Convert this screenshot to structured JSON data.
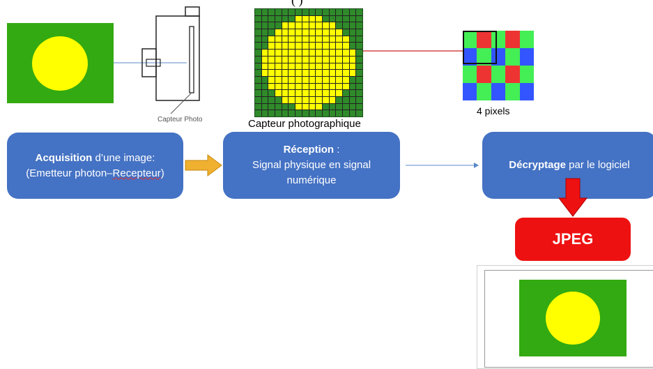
{
  "colors": {
    "box_blue": "#4472c4",
    "green": "#33aa11",
    "yellow": "#ffff00",
    "jpeg_red": "#ee1111",
    "arrow_orange": "#f0b030",
    "sensor_line": "#cc2222",
    "pixel_red": "#ee3333",
    "pixel_green": "#44ee55",
    "pixel_blue": "#3355ff"
  },
  "labels": {
    "capteur_photo": "Capteur Photo",
    "capteur_photographique": "Capteur photographique",
    "four_pixels": "4 pixels",
    "top_cut": "( )"
  },
  "boxes": {
    "acquisition": {
      "bold": "Acquisition",
      "rest": " d’une image:",
      "line2_a": "(Emetteur photon–",
      "line2_b": "Recepteur",
      "line2_c": ")"
    },
    "reception": {
      "bold": "Réception",
      "rest": " :",
      "line2": "Signal physique en signal",
      "line3": "numérique"
    },
    "decryptage": {
      "bold": "Décryptage",
      "rest": " par le logiciel"
    },
    "jpeg": "JPEG"
  },
  "sensor_pattern": [
    "0000000000000000",
    "0000001111000000",
    "0000111111110000",
    "0001111111111000",
    "0011111111111100",
    "0011111111111100",
    "0111111111111110",
    "0111111111111110",
    "0111111111111110",
    "0111111111111110",
    "0011111111111100",
    "0011111111111100",
    "0001111111111000",
    "0000111111110000",
    "0000001111000000",
    "0000000000000000"
  ],
  "bayer_pattern": [
    "GRGRG",
    "BGBGB",
    "GRGRG",
    "BGBGB"
  ]
}
